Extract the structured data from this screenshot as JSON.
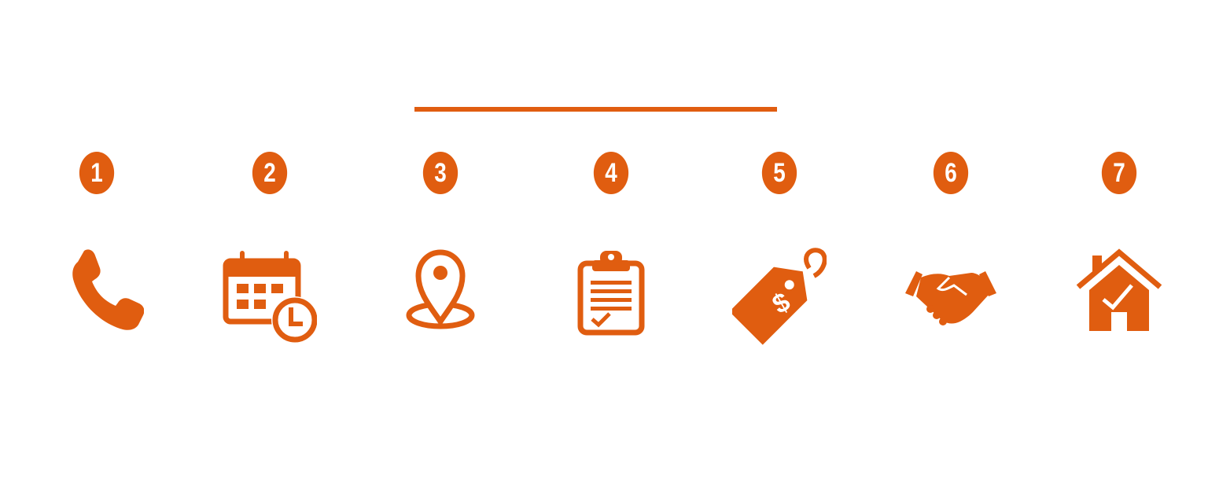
{
  "accent_color": "#e05d10",
  "steps": [
    {
      "number": "1",
      "icon": "phone-icon"
    },
    {
      "number": "2",
      "icon": "calendar-clock-icon"
    },
    {
      "number": "3",
      "icon": "location-pin-icon"
    },
    {
      "number": "4",
      "icon": "clipboard-checklist-icon"
    },
    {
      "number": "5",
      "icon": "price-tag-icon"
    },
    {
      "number": "6",
      "icon": "handshake-icon"
    },
    {
      "number": "7",
      "icon": "house-check-icon"
    }
  ]
}
